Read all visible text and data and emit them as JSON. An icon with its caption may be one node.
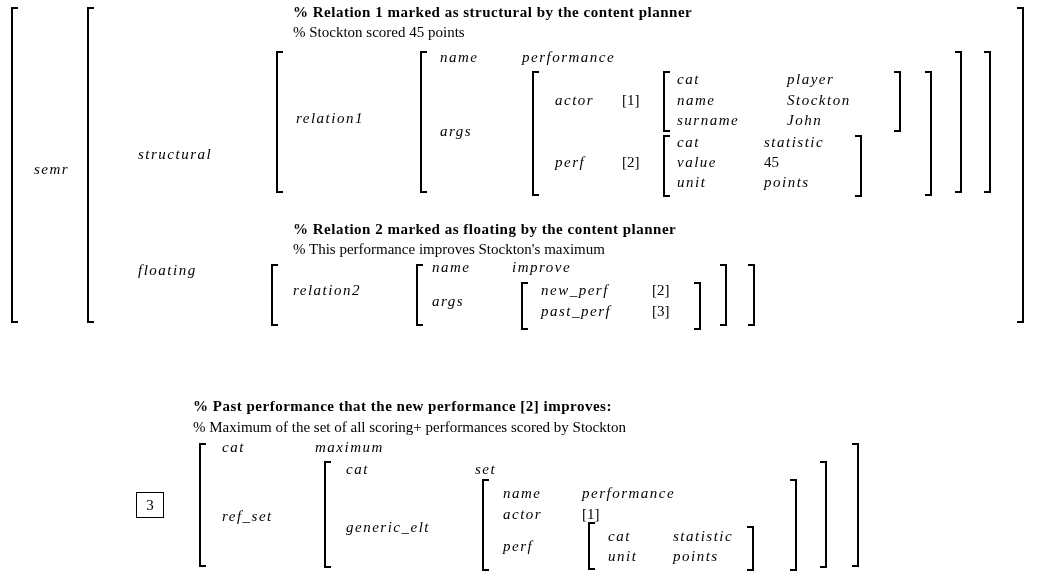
{
  "diagram": {
    "nodes": [
      {
        "text": [
          "3"
        ]
      }
    ],
    "edges": [],
    "labels": [
      "% Relation 1 marked as structural by the content planner",
      "% Stockton scored 45 points",
      "semr",
      "structural",
      "relation1",
      "name",
      "performance",
      "args",
      "actor",
      "[1]",
      "cat",
      "player",
      "name",
      "Stockton",
      "surname",
      "John",
      "perf",
      "[2]",
      "cat",
      "statistic",
      "value",
      "45",
      "unit",
      "points",
      "% Relation 2 marked as floating by the content planner",
      "% This performance improves Stockton's maximum",
      "floating",
      "relation2",
      "name",
      "improve",
      "args",
      "new_perf",
      "[2]",
      "past_perf",
      "[3]",
      "% Past performance that the new performance [2] improves:",
      "% Maximum of the set of all scoring+ performances scored by Stockton",
      "cat",
      "maximum",
      "ref_set",
      "cat",
      "set",
      "generic_elt",
      "name",
      "performance",
      "actor",
      "[1]",
      "perf",
      "cat",
      "statistic",
      "unit",
      "points"
    ]
  }
}
